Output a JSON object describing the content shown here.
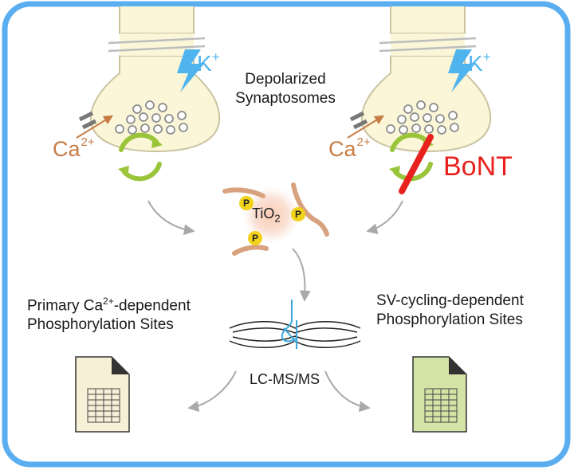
{
  "labels": {
    "depolarized": [
      "Depolarized",
      "Synaptosomes"
    ],
    "potassium": {
      "base": "K",
      "sup": "+"
    },
    "calcium": {
      "base": "Ca",
      "sup": "2+"
    },
    "bont": "BoNT",
    "tio2": {
      "base": "TiO",
      "sub": "2"
    },
    "phospho": "P",
    "primary": {
      "line1_base": "Primary Ca",
      "line1_sup": "2+",
      "line1_end": "-dependent",
      "line2": "Phosphorylation Sites"
    },
    "sv_cycling": [
      "SV-cycling-dependent",
      "Phosphorylation Sites"
    ],
    "lcms": "LC-MS/MS"
  },
  "colors": {
    "frame": "#5aaef0",
    "terminal_fill": "#fbf6d8",
    "terminal_stroke": "#c9c3a0",
    "lightning": "#4fb4ee",
    "calcium": "#c77d45",
    "cycle_arrow": "#9ac53a",
    "inhibit": "#e8211e",
    "peptide": "#d9a27e",
    "phospho_dot": "#f2d21b",
    "tio2_glow": "#f4b89c",
    "ms_line": "#222222",
    "ms_blue": "#3aa6e0",
    "doc_primary": "#f7f0d7",
    "doc_sv": "#d4e3a6",
    "flow_arrow": "#a9a9a9"
  }
}
